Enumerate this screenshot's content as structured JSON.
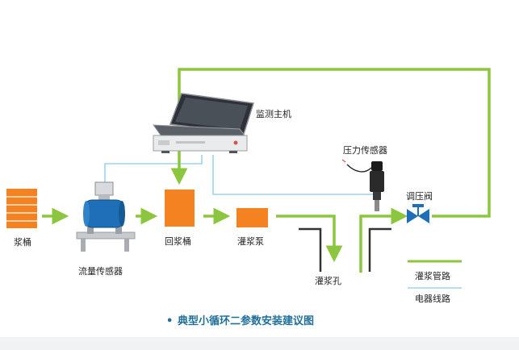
{
  "labels": {
    "slurry_bucket": "浆桶",
    "flow_sensor": "流量传感器",
    "return_bucket": "回浆桶",
    "grout_pump": "灌浆泵",
    "grout_hole": "灌浆孔",
    "monitor_host": "监测主机",
    "pressure_sensor": "压力传感器",
    "pressure_valve": "调压阀"
  },
  "legend": {
    "pipe_label": "灌浆管路",
    "wire_label": "电器线路"
  },
  "caption": {
    "bullet": "•",
    "text": "典型小循环二参数安装建议图"
  },
  "colors": {
    "pipe": "#8cc63f",
    "wire": "#9fd3ec",
    "box": "#f58220",
    "flow_meter": "#1e6fb8",
    "caption": "#1f6f9a",
    "hole_wall": "#333333"
  }
}
